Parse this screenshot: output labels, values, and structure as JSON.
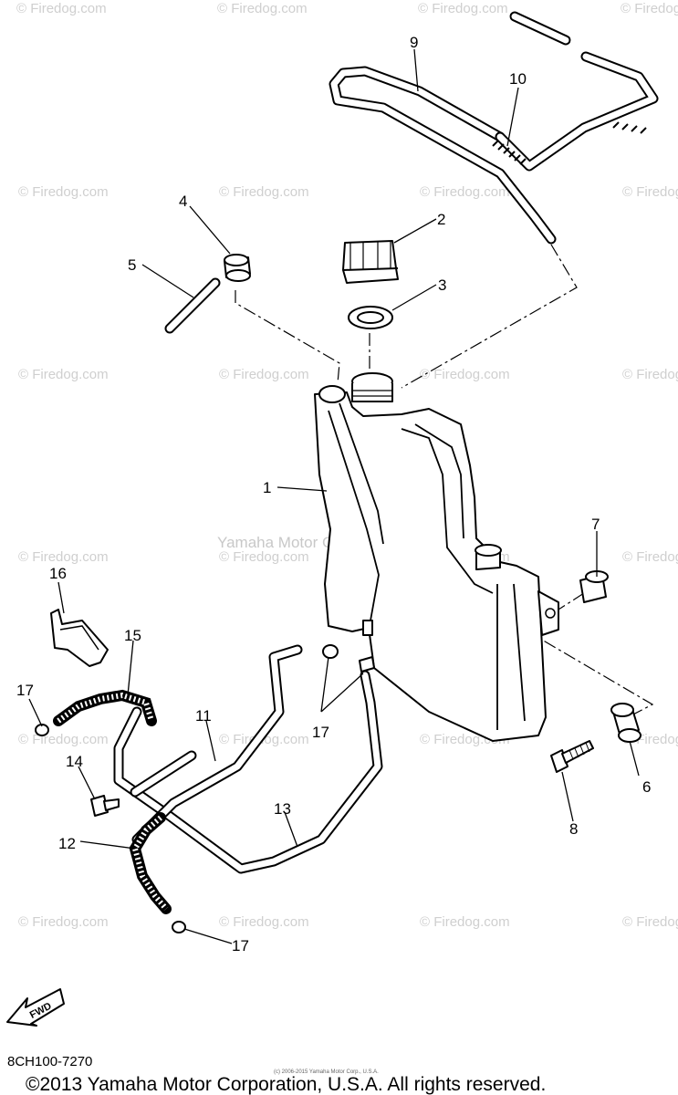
{
  "watermark": {
    "text": "© Firedog.com",
    "center_text": "Yamaha Motor Corp., U.S.A."
  },
  "callouts": {
    "c1": "1",
    "c2": "2",
    "c3": "3",
    "c4": "4",
    "c5": "5",
    "c6": "6",
    "c7": "7",
    "c8": "8",
    "c9": "9",
    "c10": "10",
    "c11": "11",
    "c12": "12",
    "c13": "13",
    "c14": "14",
    "c15": "15",
    "c16": "16",
    "c17a": "17",
    "c17b": "17",
    "c17c": "17"
  },
  "fwd_label": "FWD",
  "diagram_code": "8CH100-7270",
  "small_print": "(c) 2006-2015 Yamaha Motor Corp., U.S.A.",
  "copyright": "©2013 Yamaha Motor Corporation, U.S.A. All rights reserved."
}
